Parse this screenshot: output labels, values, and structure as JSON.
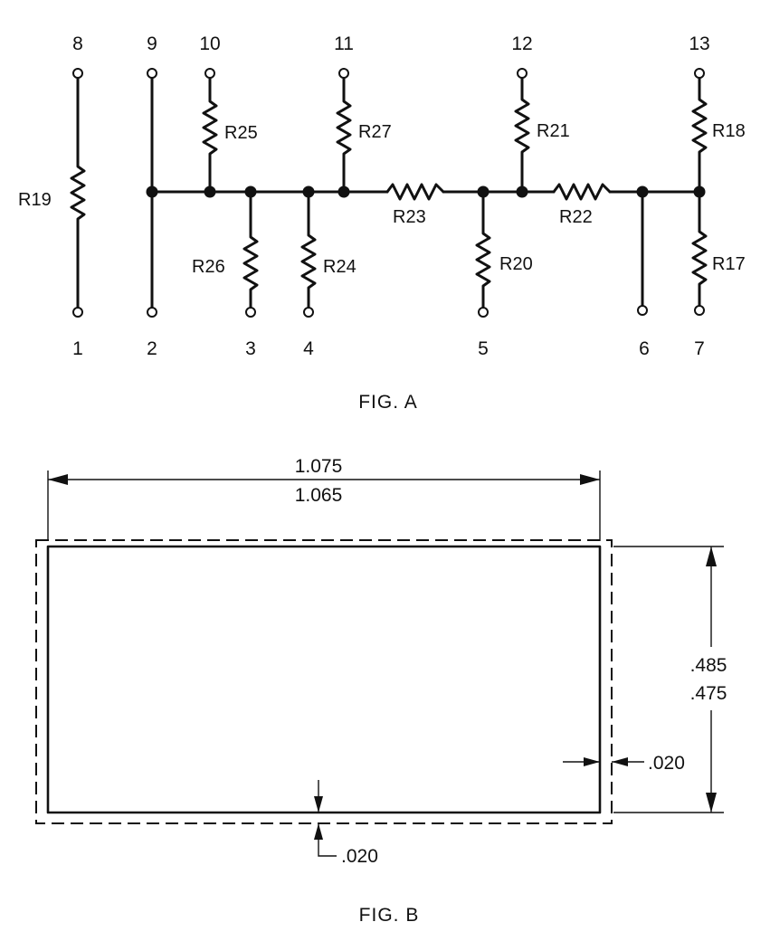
{
  "fig_a": {
    "caption": "FIG. A",
    "top_pins": [
      "8",
      "9",
      "10",
      "11",
      "12",
      "13"
    ],
    "bottom_pins": [
      "1",
      "2",
      "3",
      "4",
      "5",
      "6",
      "7"
    ],
    "resistors": [
      "R19",
      "R25",
      "R26",
      "R24",
      "R27",
      "R23",
      "R20",
      "R21",
      "R22",
      "R18",
      "R17"
    ]
  },
  "fig_b": {
    "caption": "FIG. B",
    "width_max": "1.075",
    "width_min": "1.065",
    "height_max": ".485",
    "height_min": ".475",
    "margin_right": ".020",
    "margin_bottom": ".020"
  }
}
